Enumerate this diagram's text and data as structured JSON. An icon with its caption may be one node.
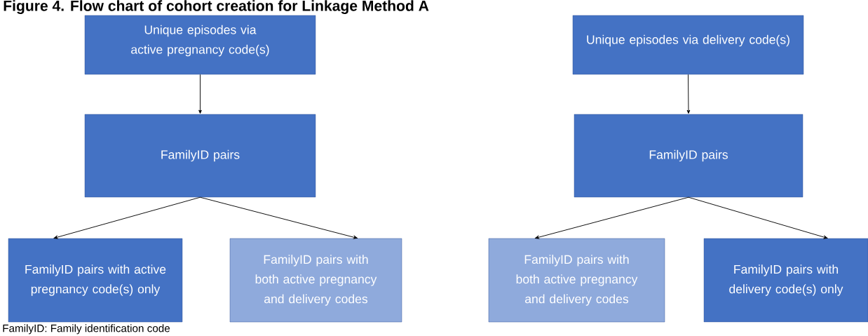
{
  "diagram": {
    "title": "Figure 4. Flow chart of cohort creation for Linkage Method A",
    "nodes": [
      {
        "text": [
          "Unique episodes via active pregnancy code(s)"
        ]
      },
      {
        "text": [
          "FamilyID pairs"
        ]
      },
      {
        "text": [
          "FamilyID pairs with active pregnancy code(s) only"
        ]
      },
      {
        "text": [
          "FamilyID pairs with both active pregnancy and delivery codes"
        ]
      },
      {
        "text": [
          "Unique episodes via delivery code(s)"
        ]
      },
      {
        "text": [
          "FamilyID pairs"
        ]
      },
      {
        "text": [
          "FamilyID pairs with both active pregnancy and delivery codes"
        ]
      },
      {
        "text": [
          "FamilyID pairs with delivery code(s) only"
        ]
      }
    ],
    "edges": [
      {
        "from": 0,
        "to": 1,
        "arrow": "to"
      },
      {
        "from": 1,
        "to": 2,
        "arrow": "to"
      },
      {
        "from": 1,
        "to": 3,
        "arrow": "to"
      },
      {
        "from": 4,
        "to": 5,
        "arrow": "to"
      },
      {
        "from": 5,
        "to": 6,
        "arrow": "to"
      },
      {
        "from": 5,
        "to": 7,
        "arrow": "to"
      }
    ],
    "labels": [
      "FamilyID: Family identification code"
    ]
  }
}
